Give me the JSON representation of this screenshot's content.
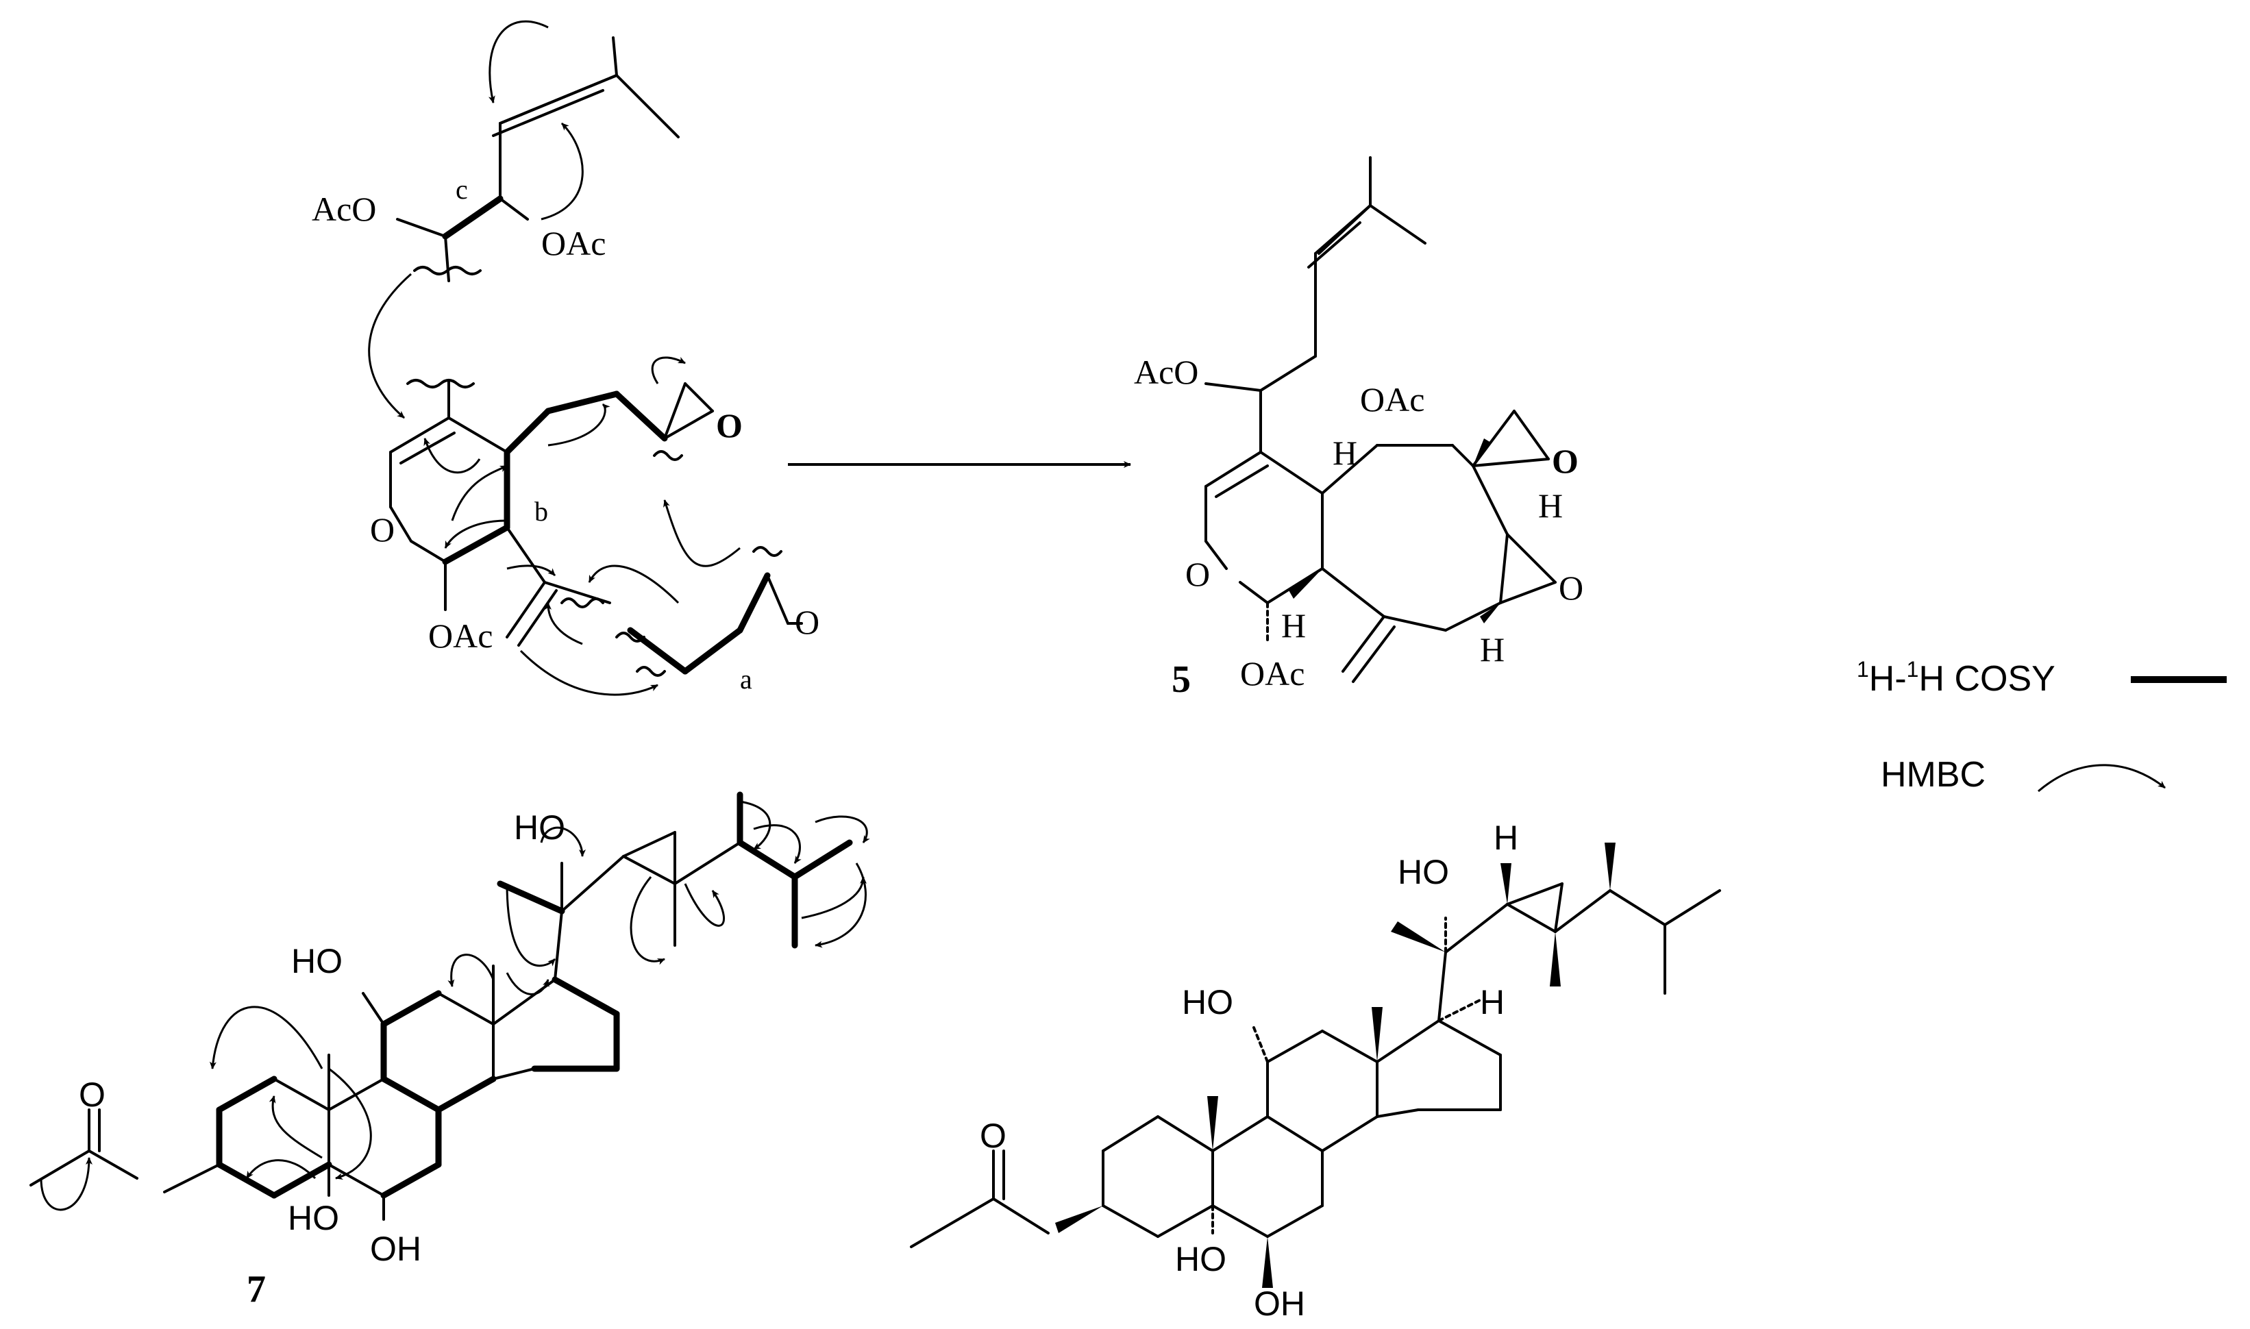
{
  "labels": {
    "aco_top": "AcO",
    "oac_top": "OAc",
    "frag_c": "c",
    "frag_b": "b",
    "frag_a": "a",
    "epox_o1": "O",
    "ring_o": "O",
    "oac_left": "OAc",
    "epox_o2": "O",
    "aco_5": "AcO",
    "oac_5": "OAc",
    "o_5_epox": "O",
    "h_5_a": "H",
    "h_5_b": "H",
    "ring_o_5": "O",
    "h_5_c": "H",
    "o_5_epox2": "O",
    "h_5_d": "H",
    "oac_5_bottom": "OAc",
    "compound_5": "5",
    "ho_7_top": "HO",
    "ho_7_c11": "HO",
    "o_7_carbonyl": "O",
    "ho_7_c5": "HO",
    "oh_7_c6": "OH",
    "compound_7": "7",
    "ho_r_top": "HO",
    "h_r_top": "H",
    "ho_r_c11": "HO",
    "h_r_c17": "H",
    "o_r_carbonyl": "O",
    "ho_r_c5": "HO",
    "oh_r_c6": "OH"
  },
  "legend": {
    "cosy_sup1": "1",
    "cosy_h1": "H-",
    "cosy_sup2": "1",
    "cosy_h2": "H COSY",
    "hmbc": "HMBC"
  }
}
